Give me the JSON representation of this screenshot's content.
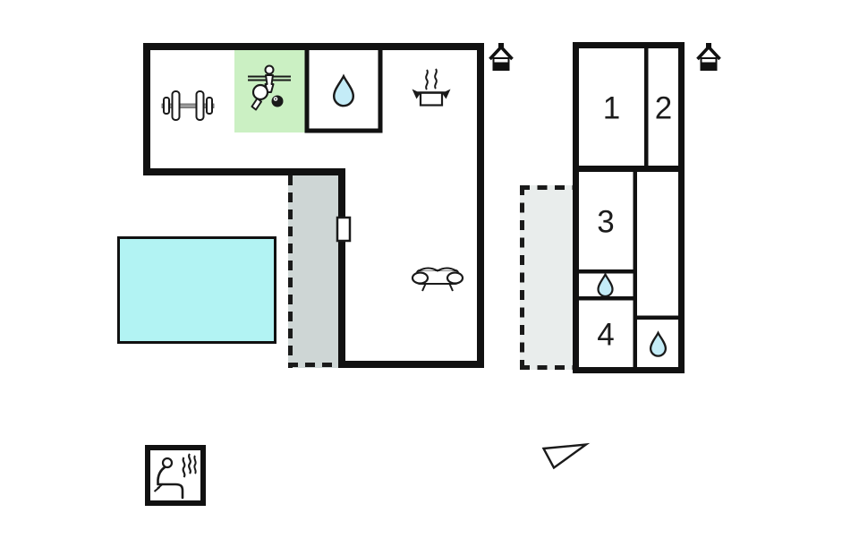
{
  "plan": {
    "type": "holiday-home-floor-plan",
    "colors": {
      "wall": "#111111",
      "line": "#1a1a1a",
      "pool_fill": "#b2f3f3",
      "drop_fill": "#c4ecf7",
      "game_room_fill": "#cbf0c3",
      "terrace_main_fill": "#ced6d5",
      "terrace_annex_fill": "#e9edec",
      "bar_gray": "#9a9a9a",
      "background": "#ffffff"
    },
    "main_building": {
      "rooms": [
        {
          "id": "fitness-area",
          "icon": "barbell-icon"
        },
        {
          "id": "game-room",
          "icon": "table-tennis-icon"
        },
        {
          "id": "bathroom",
          "icon": "water-drop-icon"
        },
        {
          "id": "kitchen",
          "icon": "cooking-pot-icon"
        },
        {
          "id": "living-room",
          "icon": "sofa-icon"
        }
      ],
      "features": [
        {
          "id": "terrace",
          "style": "dashed-outline"
        },
        {
          "id": "pool"
        },
        {
          "id": "door-marker"
        },
        {
          "id": "entrance",
          "icon": "house-entrance-icon"
        }
      ]
    },
    "annex_building": {
      "rooms": [
        {
          "number": "1"
        },
        {
          "number": "2"
        },
        {
          "number": "3"
        },
        {
          "number": "4"
        },
        {
          "id": "bathroom-mid",
          "icon": "water-drop-icon"
        },
        {
          "id": "bathroom-corner",
          "icon": "water-drop-icon"
        }
      ],
      "features": [
        {
          "id": "terrace",
          "style": "dashed-outline"
        },
        {
          "id": "entrance",
          "icon": "house-entrance-icon"
        }
      ]
    },
    "outbuildings": [
      {
        "id": "sauna",
        "icon": "sauna-icon"
      }
    ],
    "compass": {
      "id": "north-arrow"
    }
  }
}
